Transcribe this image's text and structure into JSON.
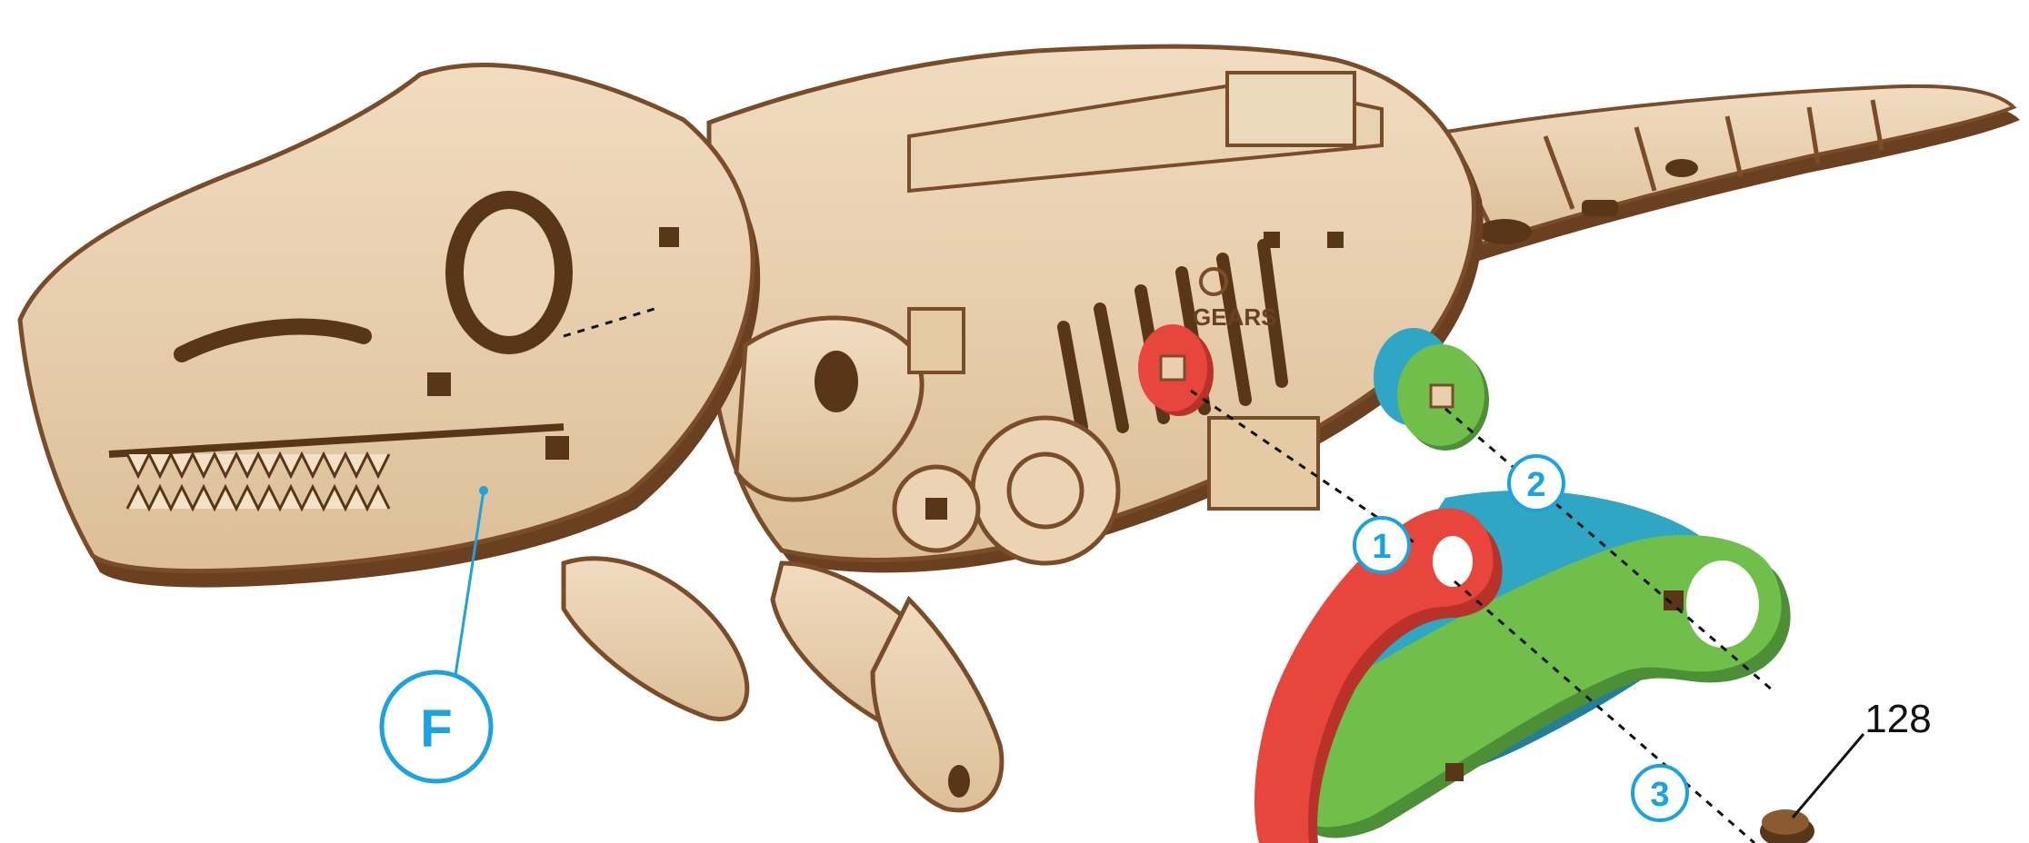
{
  "callouts": [
    {
      "id": "F",
      "label": "F"
    },
    {
      "id": "1",
      "label": "1"
    },
    {
      "id": "2",
      "label": "2"
    },
    {
      "id": "3",
      "label": "3"
    }
  ],
  "part_number": "128",
  "brand_logo_text": "GEARS",
  "colors": {
    "callout_blue": "#1aa3e0",
    "plywood_light": "#e9cfae",
    "plywood_edge": "#7a4d2a",
    "plywood_dark": "#5a3618",
    "part_red": "#e8453c",
    "part_teal": "#2fa6c4",
    "part_green": "#6fbf4a"
  }
}
